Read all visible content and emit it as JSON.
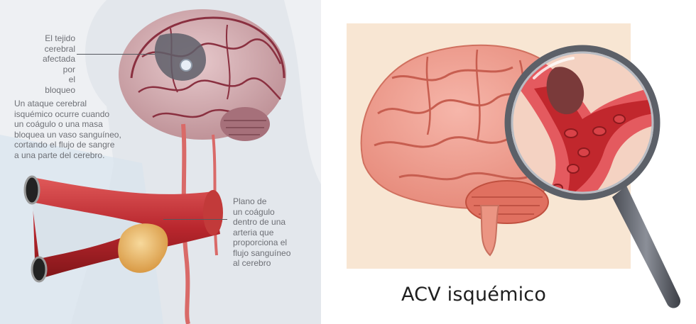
{
  "left": {
    "label_tissue": [
      "El tejido",
      "cerebral",
      "afectada por",
      "el bloqueo"
    ],
    "label_description": [
      "Un ataque cerebral",
      "isquémico ocurre cuando",
      "un coágulo o una masa",
      "bloquea un vaso sanguíneo,",
      "cortando el flujo de sangre",
      "a una parte del cerebro."
    ],
    "label_clot": [
      "Plano de",
      "un coágulo",
      "dentro de una",
      "arteria que",
      "proporciona el",
      "flujo sanguíneo",
      "al cerebro"
    ]
  },
  "right": {
    "title": "ACV isquémico"
  },
  "colors": {
    "artery": "#b8262d",
    "brain_left": "#c9a4a8",
    "brain_right": "#ec9b8f",
    "clot": "#f0c27a",
    "label_text": "#6e7076"
  }
}
